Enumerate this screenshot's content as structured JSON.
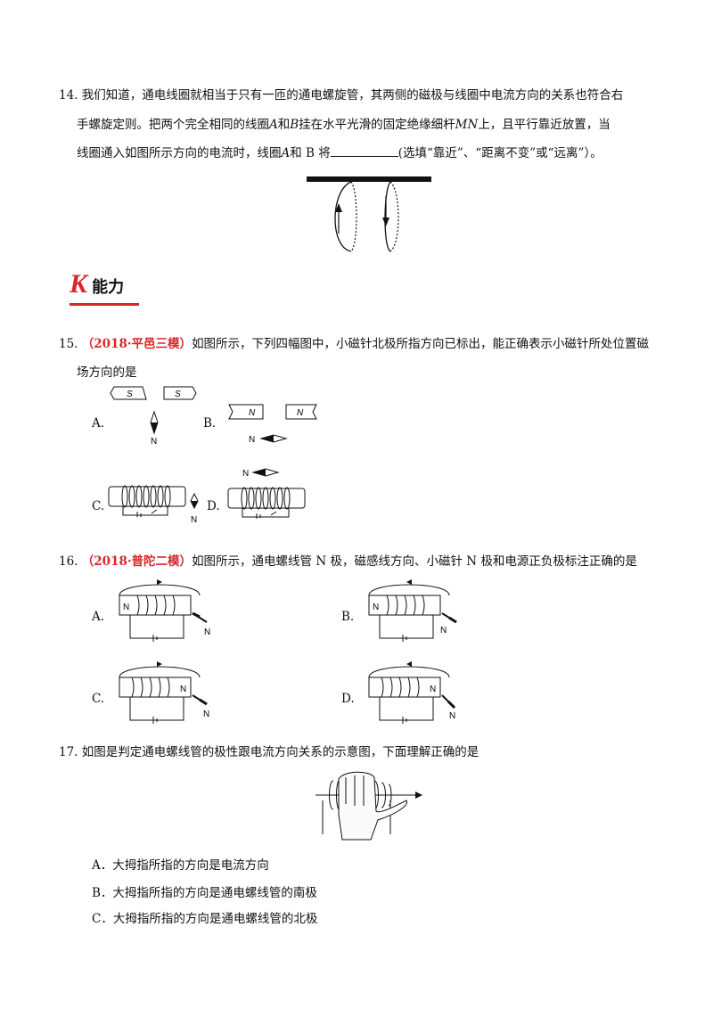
{
  "q14": {
    "num": "14.",
    "l1": "我们知道，通电线圈就相当于只有一匝的通电螺旋管，其两侧的磁极与线圈中电流方向的关系也符合右",
    "l2a": "手螺旋定则。把两个完全相同的线圈",
    "A": "A",
    "and1": "和",
    "B": "B",
    "l2b": "挂在水平光滑的固定绝缘细杆",
    "MN": "MN",
    "l2c": "上，且平行靠近放置，当",
    "l3a": "线圈通入如图所示方向的电流时，线圈",
    "and2": "和 B 将",
    "l3b": "(选填“靠近”、“距离不变”或“远离”）。"
  },
  "section": {
    "k": "K",
    "title": "能力"
  },
  "q15": {
    "num": "15.",
    "src": "（2018·平邑三模）",
    "l1": "如图所示，下列四幅图中，小磁针北极所指方向已标出，能正确表示小磁针所处位置磁",
    "l2": "场方向的是",
    "opts": [
      "A.",
      "B.",
      "C.",
      "D."
    ],
    "s": "S",
    "n": "N"
  },
  "q16": {
    "num": "16.",
    "src": "（2018·普陀二模）",
    "text": "如图所示，通电螺线管 N 极，磁感线方向、小磁针 N 极和电源正负极标注正确的是",
    "opts": [
      "A.",
      "B.",
      "C.",
      "D."
    ],
    "n": "N"
  },
  "q17": {
    "num": "17.",
    "text": "如图是判定通电螺线管的极性跟电流方向关系的示意图，下面理解正确的是",
    "a": "A．大拇指所指的方向是电流方向",
    "b": "B．大拇指所指的方向是通电螺线管的南极",
    "c": "C．大拇指所指的方向是通电螺线管的北极"
  }
}
